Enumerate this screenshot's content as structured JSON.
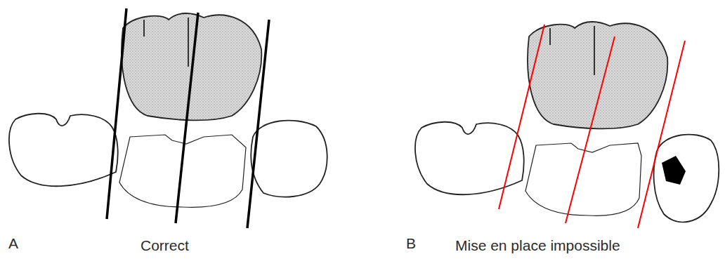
{
  "diagram": {
    "labels": [
      "A",
      "Correct",
      "B",
      "Mise en place impossible"
    ]
  }
}
